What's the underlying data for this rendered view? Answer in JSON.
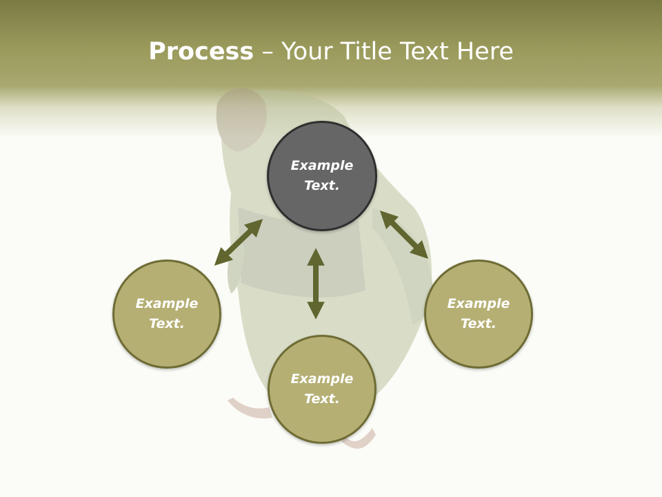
{
  "title": {
    "bold": "Process",
    "rest": " – Your Title Text Here"
  },
  "nodes": {
    "top": "Example Text.",
    "left": "Example Text.",
    "right": "Example Text.",
    "bottom": "Example Text."
  },
  "colors": {
    "header": "#9a9a5c",
    "circle_fill": "#b5af74",
    "circle_border": "#6e6c34",
    "center_fill": "#666666",
    "arrow": "#616630"
  }
}
